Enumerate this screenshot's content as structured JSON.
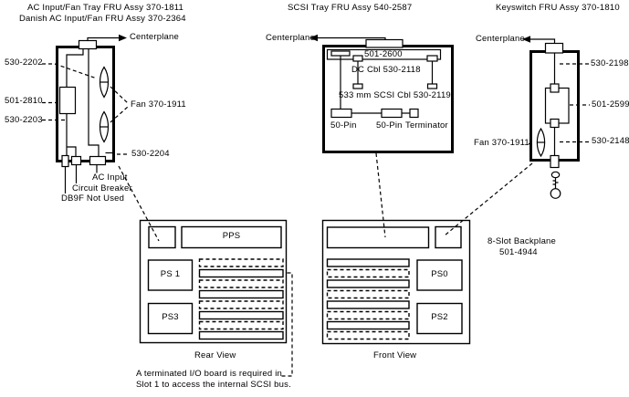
{
  "colors": {
    "ink": "#000000",
    "background": "#ffffff"
  },
  "fan_tray": {
    "title_line1": "AC Input/Fan Tray FRU Assy 370-1811",
    "title_line2": "Danish AC Input/Fan FRU Assy 370-2364",
    "centerplane_label": "Centerplane",
    "part_cable_top": "530-2202",
    "part_module": "501-2810",
    "part_cable_bottom": "530-2203",
    "part_ac_connector": "530-2204",
    "fan_label": "Fan 370-1911",
    "ac_input_label": "AC Input",
    "circuit_breaker_label": "Circuit Breaker",
    "db9f_label": "DB9F Not Used"
  },
  "scsi_tray": {
    "title": "SCSI Tray FRU Assy 540-2587",
    "centerplane_label": "Centerplane",
    "board_label": "501-2600",
    "dc_cable_label": "DC Cbl 530-2118",
    "scsi_cable_label": "533 mm SCSI Cbl 530-2119",
    "connector_left_label": "50-Pin",
    "connector_middle_label": "50-Pin",
    "terminator_label": "Terminator"
  },
  "keyswitch": {
    "title": "Keyswitch FRU Assy 370-1810",
    "centerplane_label": "Centerplane",
    "part_cable_top": "530-2198",
    "part_module": "501-2599",
    "part_cable_bottom": "530-2148",
    "fan_label": "Fan 370-1911"
  },
  "backplane": {
    "name": "8-Slot Backplane",
    "part": "501-4944"
  },
  "rear_view": {
    "caption": "Rear View",
    "pps_label": "PPS",
    "ps_top_label": "PS 1",
    "ps_bottom_label": "PS3"
  },
  "front_view": {
    "caption": "Front View",
    "ps_top_label": "PS0",
    "ps_bottom_label": "PS2"
  },
  "note": {
    "line1": "A terminated I/O board is required in",
    "line2": "Slot 1 to access the internal SCSI bus."
  }
}
